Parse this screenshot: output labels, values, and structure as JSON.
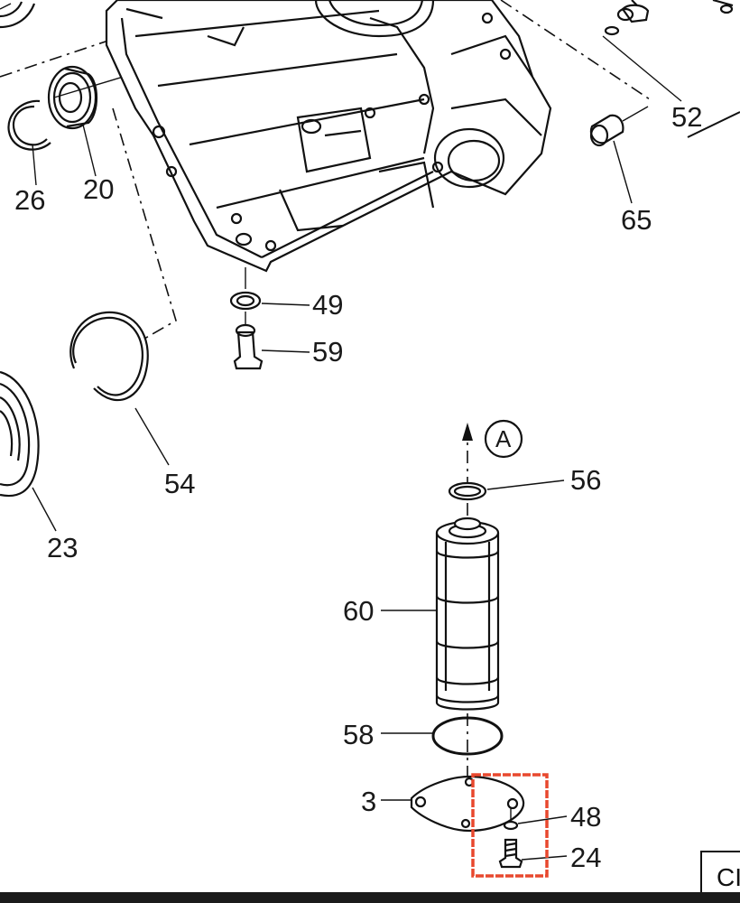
{
  "labels": {
    "p26": "26",
    "p20": "20",
    "p52": "52",
    "p65": "65",
    "p49": "49",
    "p59": "59",
    "p54": "54",
    "p23": "23",
    "callout_a": "A",
    "p56": "56",
    "p60": "60",
    "p58": "58",
    "p3": "3",
    "p48": "48",
    "p24": "24"
  },
  "corner_text": "CI",
  "colors": {
    "line": "#111111",
    "highlight_box": "#e8482e",
    "background": "#ffffff"
  }
}
